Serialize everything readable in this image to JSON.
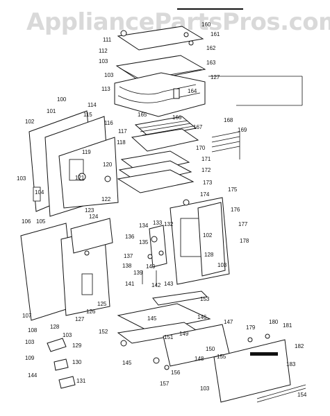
{
  "watermark": "AppliancePartsPros.com",
  "part_labels": [
    "111",
    "112",
    "103",
    "160",
    "161",
    "162",
    "163",
    "103",
    "127",
    "113",
    "164",
    "100",
    "101",
    "102",
    "114",
    "115",
    "116",
    "117",
    "118",
    "119",
    "120",
    "121",
    "122",
    "123",
    "103",
    "104",
    "105",
    "165",
    "166",
    "167",
    "168",
    "169",
    "170",
    "171",
    "172",
    "173",
    "174",
    "175",
    "176",
    "177",
    "178",
    "106",
    "124",
    "134",
    "133",
    "132",
    "102",
    "136",
    "135",
    "137",
    "138",
    "139",
    "140",
    "141",
    "142",
    "143",
    "128",
    "103",
    "107",
    "126",
    "125",
    "127",
    "128",
    "103",
    "108",
    "129",
    "103",
    "130",
    "109",
    "131",
    "144",
    "153",
    "145",
    "146",
    "147",
    "179",
    "180",
    "181",
    "182",
    "183",
    "154",
    "152",
    "151",
    "149",
    "150",
    "148",
    "155",
    "145",
    "156",
    "157",
    "103"
  ]
}
